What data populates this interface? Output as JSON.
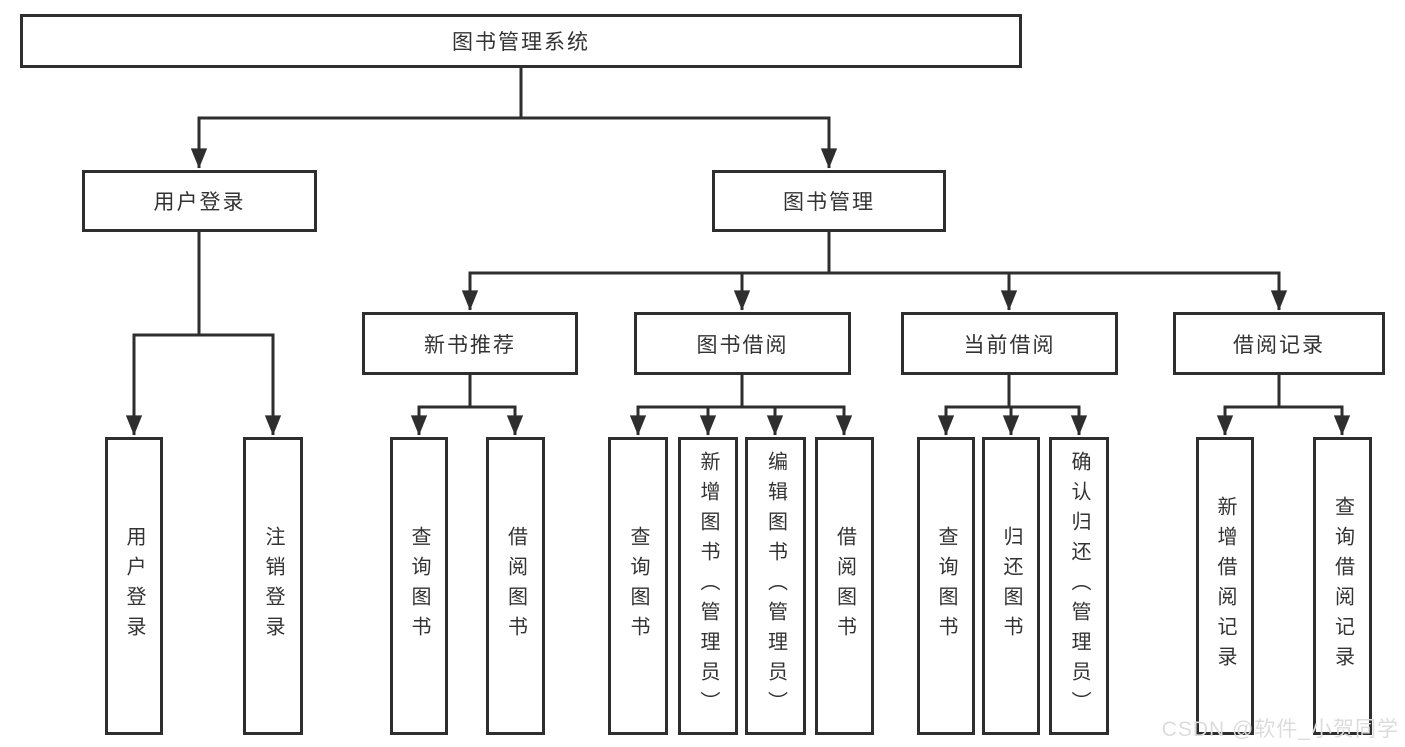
{
  "colors": {
    "line": "#2e2e2e",
    "node_border": "#2e2e2e",
    "node_text": "#333333",
    "background": "#ffffff",
    "watermark_text": "#dcdcdc"
  },
  "tree": {
    "root": {
      "label": "图书管理系统"
    },
    "branches": {
      "user_login": {
        "label": "用户登录",
        "children": [
          {
            "label": "用户登录"
          },
          {
            "label": "注销登录"
          }
        ]
      },
      "book_management": {
        "label": "图书管理",
        "children": {
          "new_book_recommend": {
            "label": "新书推荐",
            "children": [
              {
                "label": "查询图书"
              },
              {
                "label": "借阅图书"
              }
            ]
          },
          "book_borrowing": {
            "label": "图书借阅",
            "children": [
              {
                "label": "查询图书"
              },
              {
                "label": "新增图书（管理员）"
              },
              {
                "label": "编辑图书（管理员）"
              },
              {
                "label": "借阅图书"
              }
            ]
          },
          "current_borrowing": {
            "label": "当前借阅",
            "children": [
              {
                "label": "查询图书"
              },
              {
                "label": "归还图书"
              },
              {
                "label": "确认归还（管理员）"
              }
            ]
          },
          "borrowing_records": {
            "label": "借阅记录",
            "children": [
              {
                "label": "新增借阅记录"
              },
              {
                "label": "查询借阅记录"
              }
            ]
          }
        }
      }
    }
  },
  "watermark": {
    "text": "CSDN @软件_小贺同学"
  }
}
